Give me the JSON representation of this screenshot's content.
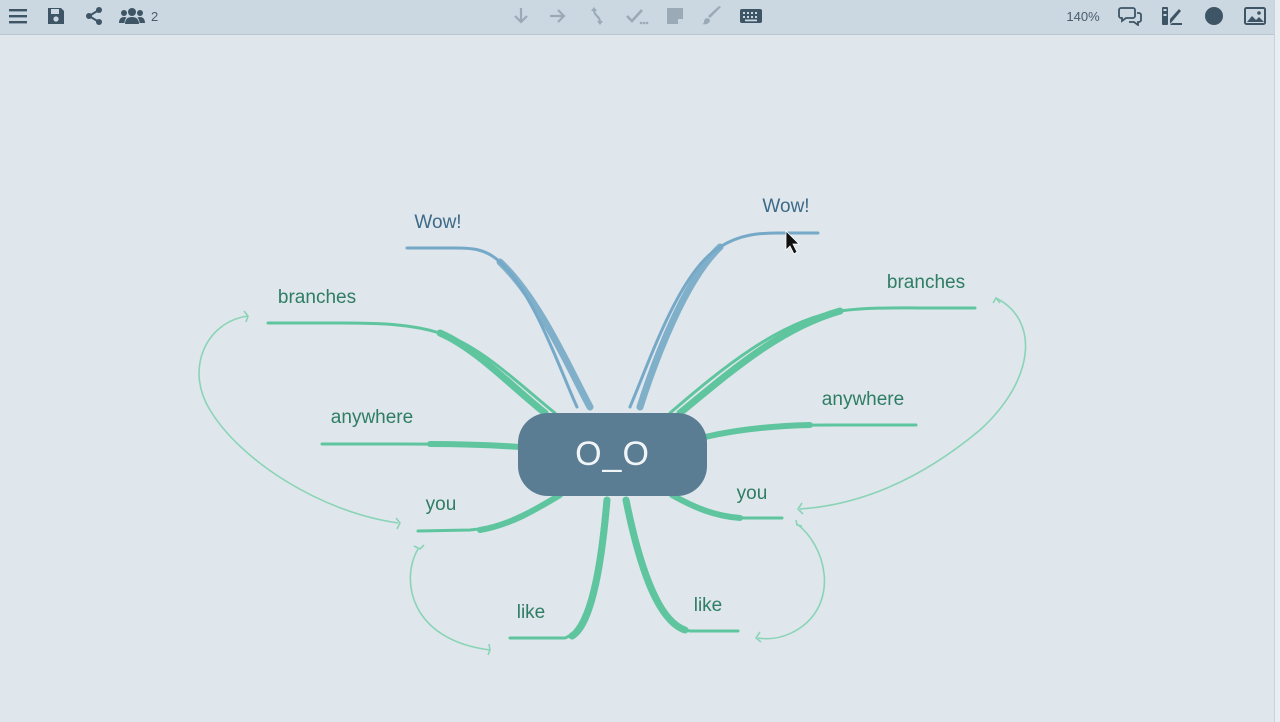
{
  "toolbar": {
    "collaborators_count": "2",
    "zoom_level": "140%"
  },
  "mindmap": {
    "central_topic": "O_O",
    "branches": [
      {
        "label": "Wow!",
        "color": "blue"
      },
      {
        "label": "branches",
        "color": "green"
      },
      {
        "label": "anywhere",
        "color": "green"
      },
      {
        "label": "you",
        "color": "green"
      },
      {
        "label": "like",
        "color": "green"
      },
      {
        "label": "Wow!",
        "color": "blue"
      },
      {
        "label": "branches",
        "color": "green"
      },
      {
        "label": "anywhere",
        "color": "green"
      },
      {
        "label": "you",
        "color": "green"
      },
      {
        "label": "like",
        "color": "green"
      }
    ]
  },
  "colors": {
    "toolbar_bg": "#cbd7e1",
    "canvas_bg": "#dfe6ec",
    "central_node": "#5b7d93",
    "green_branch": "#5fc59e",
    "blue_branch": "#76a8c7",
    "green_text": "#2e7d64",
    "blue_text": "#3d6a88",
    "icon": "#3e5566"
  }
}
